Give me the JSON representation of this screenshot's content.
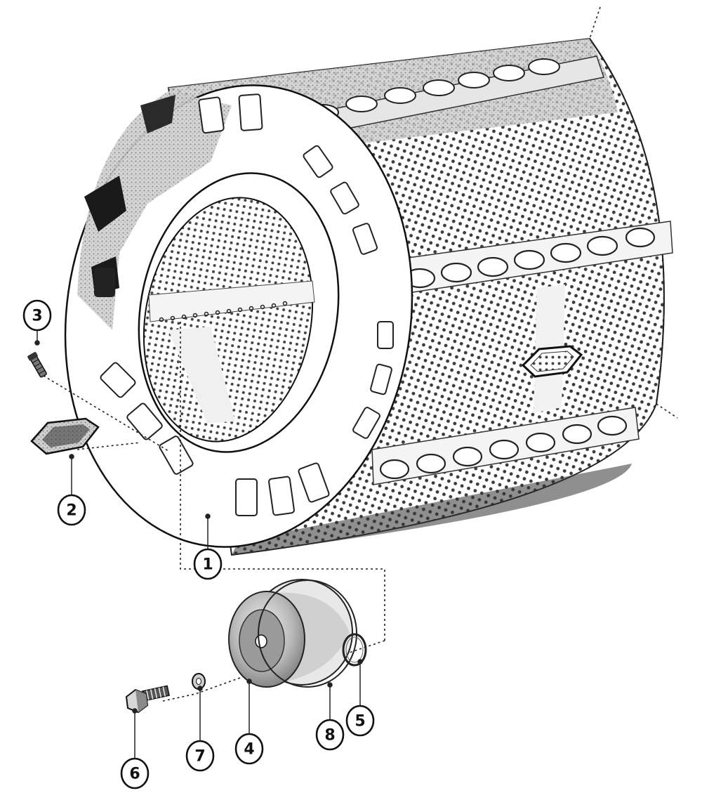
{
  "callouts": {
    "c1": "1",
    "c2": "2",
    "c3": "3",
    "c4": "4",
    "c5": "5",
    "c6": "6",
    "c7": "7",
    "c8": "8"
  },
  "colors": {
    "ink": "#111111",
    "mesh": "#555555",
    "shade": "#9a9a9a",
    "paper": "#ffffff"
  }
}
